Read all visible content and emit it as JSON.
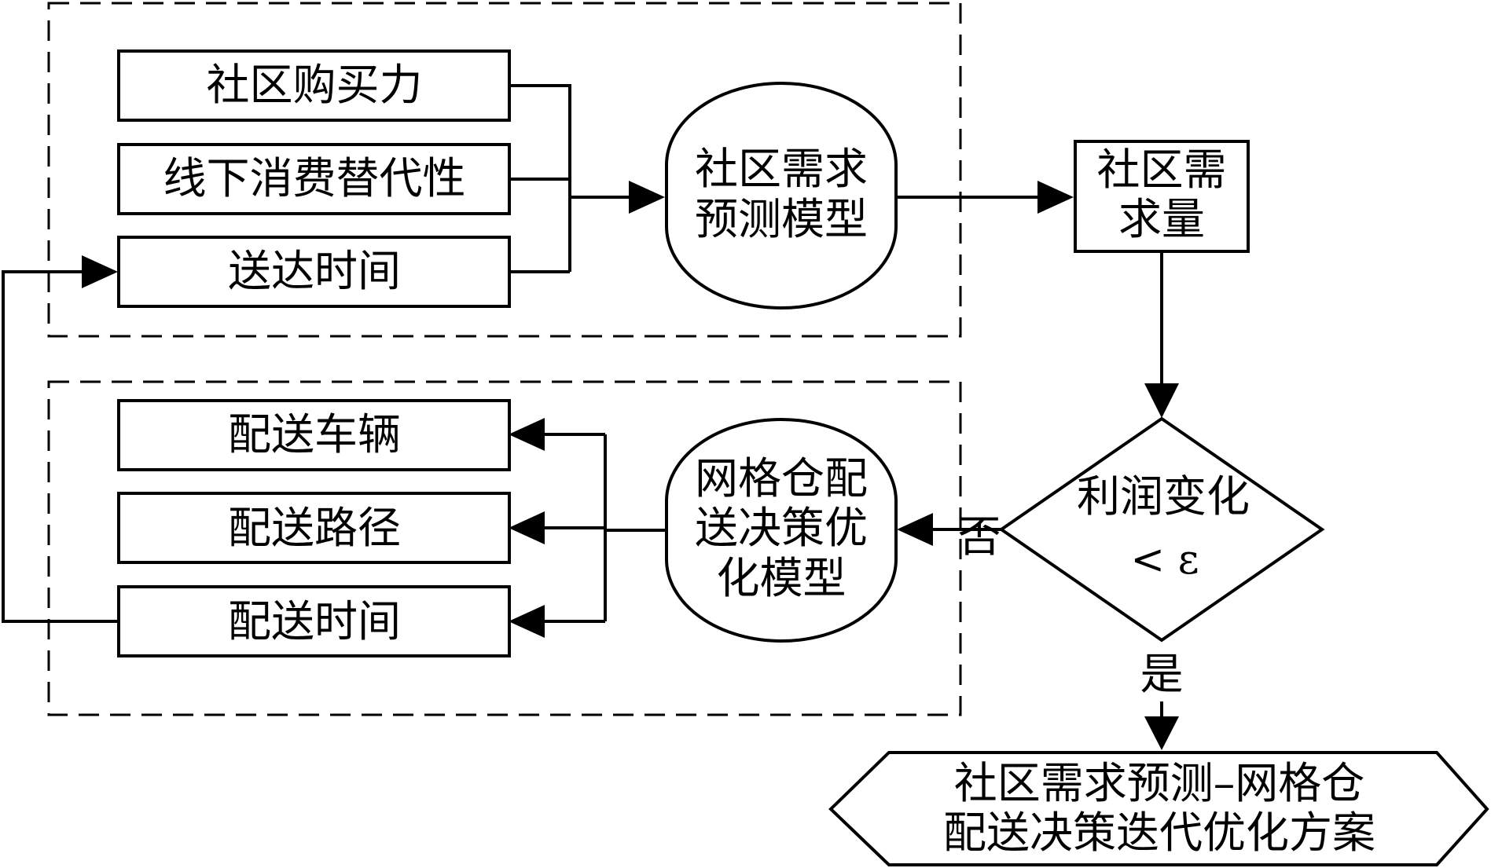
{
  "top_group": {
    "inputs": [
      "社区购买力",
      "线下消费替代性",
      "送达时间"
    ],
    "model_lines": [
      "社区需求",
      "预测模型"
    ]
  },
  "demand_box_lines": [
    "社区需",
    "求量"
  ],
  "decision": {
    "lines": [
      "利润变化",
      "< ε"
    ],
    "no_label": "否",
    "yes_label": "是"
  },
  "bottom_group": {
    "outputs": [
      "配送车辆",
      "配送路径",
      "配送时间"
    ],
    "model_lines": [
      "网格仓配",
      "送决策优",
      "化模型"
    ]
  },
  "final_lines": [
    "社区需求预测–网格仓",
    "配送决策迭代优化方案"
  ]
}
